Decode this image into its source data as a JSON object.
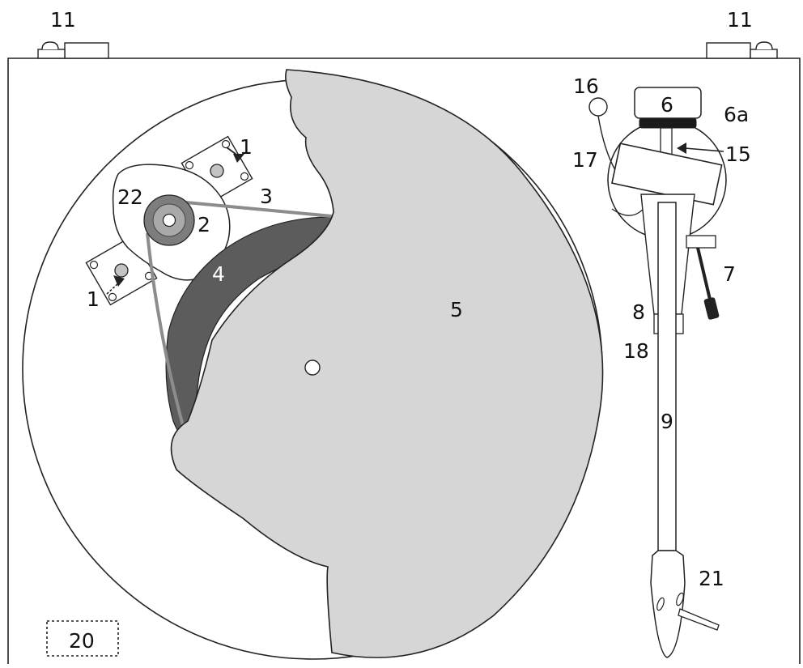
{
  "diagram": {
    "labels": {
      "foot_left": "11",
      "foot_right": "11",
      "motor_screw_top": "1",
      "motor_screw_bottom": "1",
      "motor_pulley": "2",
      "drive_belt": "3",
      "sub_platter": "4",
      "platter": "5",
      "counterweight": "6",
      "counterweight_ring": "6a",
      "tonearm_lift": "7",
      "arm_rest": "8",
      "tonearm": "9",
      "antiskating_weight": "15",
      "antiskating_hanger": "16",
      "antiskating_thread": "17",
      "arm_rest_clip": "18",
      "power_switch": "20",
      "headshell": "21",
      "motor_mount": "22"
    }
  }
}
